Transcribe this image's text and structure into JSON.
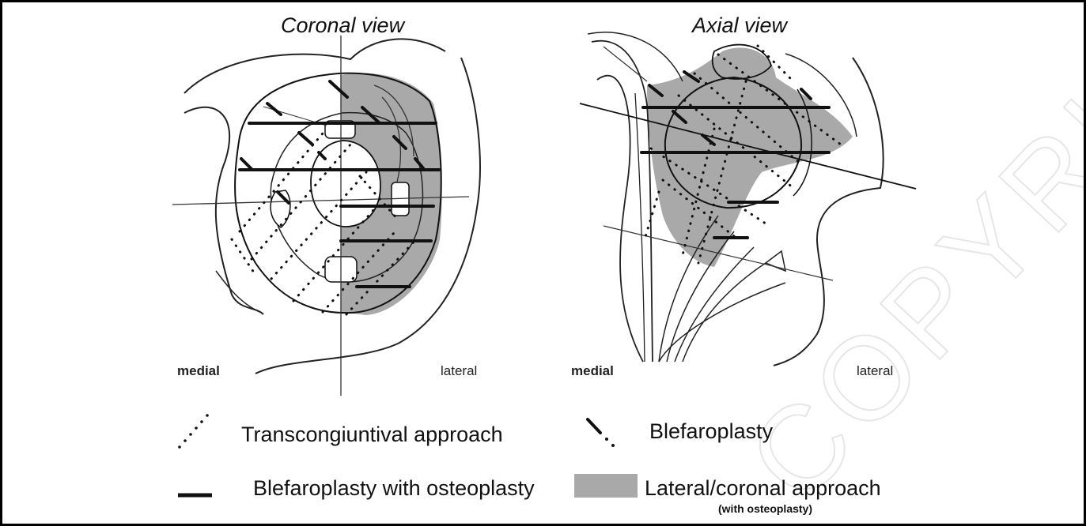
{
  "coronal": {
    "title": "Coronal view",
    "medial": "medial",
    "lateral": "lateral"
  },
  "axial": {
    "title": "Axial view",
    "medial": "medial",
    "lateral": "lateral"
  },
  "legend": {
    "transconjunctival": "Transcongiuntival approach",
    "blefaroplasty": "Blefaroplasty",
    "blefaroplasty_osteoplasty": "Blefaroplasty with osteoplasty",
    "lateral_coronal": "Lateral/coronal approach",
    "lateral_coronal_note": "(with osteoplasty)"
  },
  "watermark": "COPYRIGHTED",
  "colors": {
    "shading": "#a9a9a9",
    "line": "#111111",
    "watermark": "#ececec"
  }
}
